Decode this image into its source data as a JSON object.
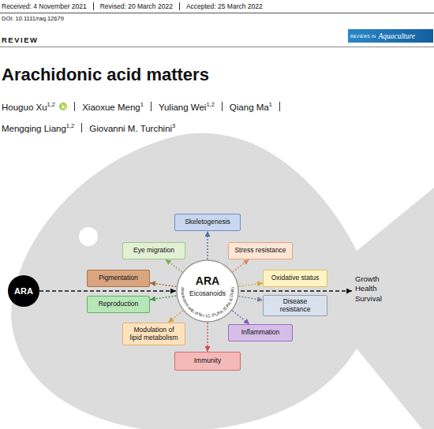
{
  "diagram": {
    "title": "Arachidonic acid matters",
    "nodes": [
      {
        "text": [
          "REVIEWS IN",
          "Aquaculture"
        ]
      },
      {
        "text": [
          "ARA"
        ]
      },
      {
        "text": [
          "ARA",
          "Eicosanoids",
          "Interaction with other LC-PUFA (EPA & DHA)"
        ]
      },
      {
        "text": [
          "Skeletogenesis"
        ]
      },
      {
        "text": [
          "Eye migration"
        ]
      },
      {
        "text": [
          "Stress resistance"
        ]
      },
      {
        "text": [
          "Pigmentation"
        ]
      },
      {
        "text": [
          "Oxidative status"
        ]
      },
      {
        "text": [
          "Reproduction"
        ]
      },
      {
        "text": [
          "Disease resistance"
        ]
      },
      {
        "text": [
          "Modulation of lipid metabolism"
        ]
      },
      {
        "text": [
          "Inflammation"
        ]
      },
      {
        "text": [
          "Immunity"
        ]
      }
    ],
    "edges": [
      {
        "from": 1,
        "to": 2,
        "arrow": "to"
      },
      {
        "from": 2,
        "to": 3,
        "arrow": "to"
      },
      {
        "from": 2,
        "to": 4,
        "arrow": "to"
      },
      {
        "from": 2,
        "to": 5,
        "arrow": "to"
      },
      {
        "from": 2,
        "to": 6,
        "arrow": "to"
      },
      {
        "from": 2,
        "to": 7,
        "arrow": "to"
      },
      {
        "from": 2,
        "to": 8,
        "arrow": "to"
      },
      {
        "from": 2,
        "to": 9,
        "arrow": "to"
      },
      {
        "from": 2,
        "to": 10,
        "arrow": "to"
      },
      {
        "from": 2,
        "to": 11,
        "arrow": "to"
      },
      {
        "from": 2,
        "to": 12,
        "arrow": "to"
      }
    ],
    "labels": [
      "Received: 4 November 2021",
      "Revised: 20 March 2022",
      "Accepted: 25 March 2022",
      "DOI: 10.1111/raq.12679",
      "REVIEW",
      "Houguo Xu",
      "1,2",
      "Xiaoxue Meng",
      "1",
      "Yuliang Wei",
      "1,2",
      "Qiang Ma",
      "1",
      "Mengqing Liang",
      "1,2",
      "Giovanni M. Turchini",
      "3",
      "Growth Health Survival"
    ]
  }
}
